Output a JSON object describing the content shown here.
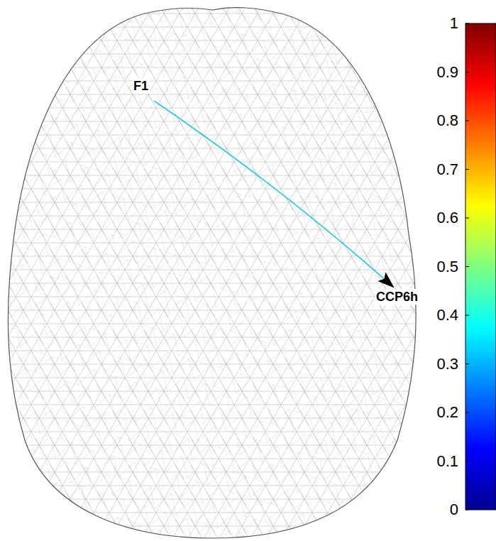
{
  "diagram": {
    "nodes": [
      {
        "text": [
          "F1"
        ]
      },
      {
        "text": [
          "CCP6h"
        ]
      }
    ],
    "edges": [
      {
        "from": 0,
        "to": 1,
        "arrow": "to"
      }
    ],
    "labels": [
      "1",
      "0.9",
      "0.8",
      "0.7",
      "0.6",
      "0.5",
      "0.4",
      "0.3",
      "0.2",
      "0.1",
      "0"
    ]
  }
}
